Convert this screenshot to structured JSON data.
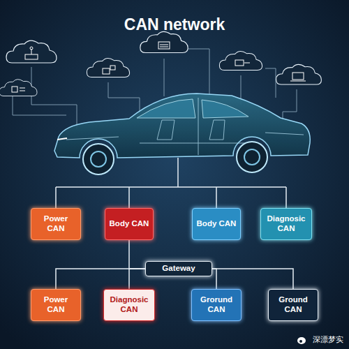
{
  "diagram": {
    "title": "CAN network",
    "nodes": [
      {
        "text": [
          "Power CAN"
        ]
      },
      {
        "text": [
          "Body CAN"
        ]
      },
      {
        "text": [
          "Body CAN"
        ]
      },
      {
        "text": [
          "Diagnosic CAN"
        ]
      },
      {
        "text": [
          "Gateway"
        ]
      },
      {
        "text": [
          "Power CAN"
        ]
      },
      {
        "text": [
          "Diagnosic CAN"
        ]
      },
      {
        "text": [
          "Grorund CAN"
        ]
      },
      {
        "text": [
          "Ground CAN"
        ]
      }
    ],
    "edges": [
      {
        "from": 1,
        "to": 4,
        "arrow": "none"
      },
      {
        "from": 4,
        "to": 5,
        "arrow": "none"
      },
      {
        "from": 4,
        "to": 6,
        "arrow": "none"
      },
      {
        "from": 4,
        "to": 7,
        "arrow": "none"
      },
      {
        "from": 4,
        "to": 8,
        "arrow": "none"
      }
    ],
    "labels": [
      "深漂梦实"
    ]
  }
}
